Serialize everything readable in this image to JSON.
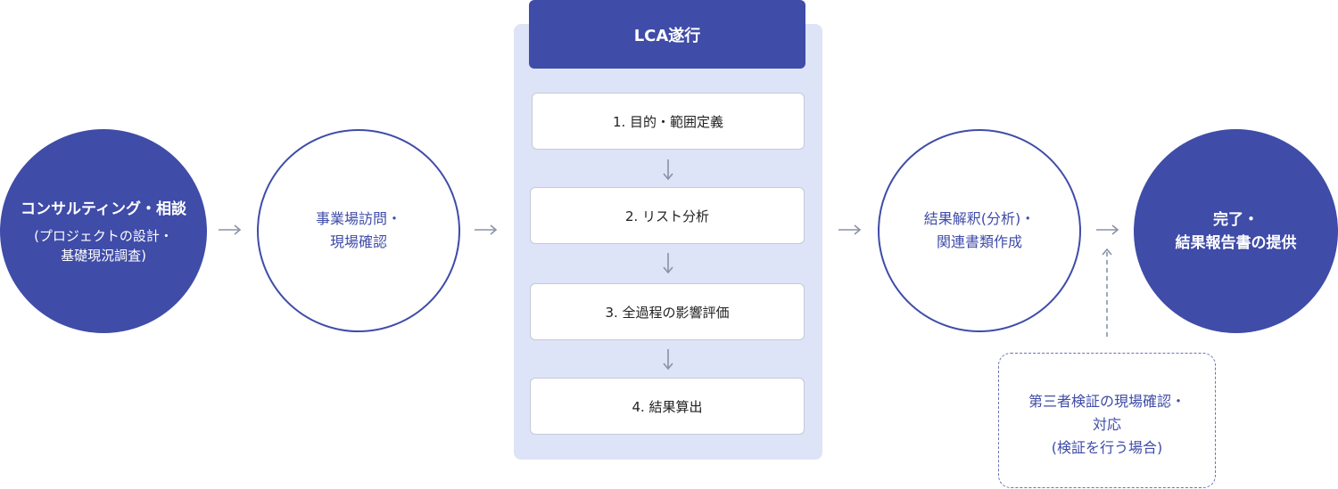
{
  "stages": {
    "consult": {
      "title": "コンサルティング・相談",
      "sub_line1": "(プロジェクトの設計・",
      "sub_line2": "基礎現況調査)"
    },
    "visit": {
      "line1": "事業場訪問・",
      "line2": "現場確認"
    },
    "interpret": {
      "line1": "結果解釈(分析)・",
      "line2": "関連書類作成"
    },
    "complete": {
      "line1": "完了・",
      "line2": "結果報告書の提供"
    }
  },
  "lca": {
    "header": "LCA遂行",
    "steps": [
      "1. 目的・範囲定義",
      "2. リスト分析",
      "3. 全過程の影響評価",
      "4. 結果算出"
    ]
  },
  "verification": {
    "line1": "第三者検証の現場確認・",
    "line2": "対応",
    "line3": "(検証を行う場合)"
  },
  "colors": {
    "primary": "#3f4ca8",
    "panel_bg": "#dde4f7",
    "arrow": "#8a92a8",
    "step_border": "#c4c9d6"
  }
}
